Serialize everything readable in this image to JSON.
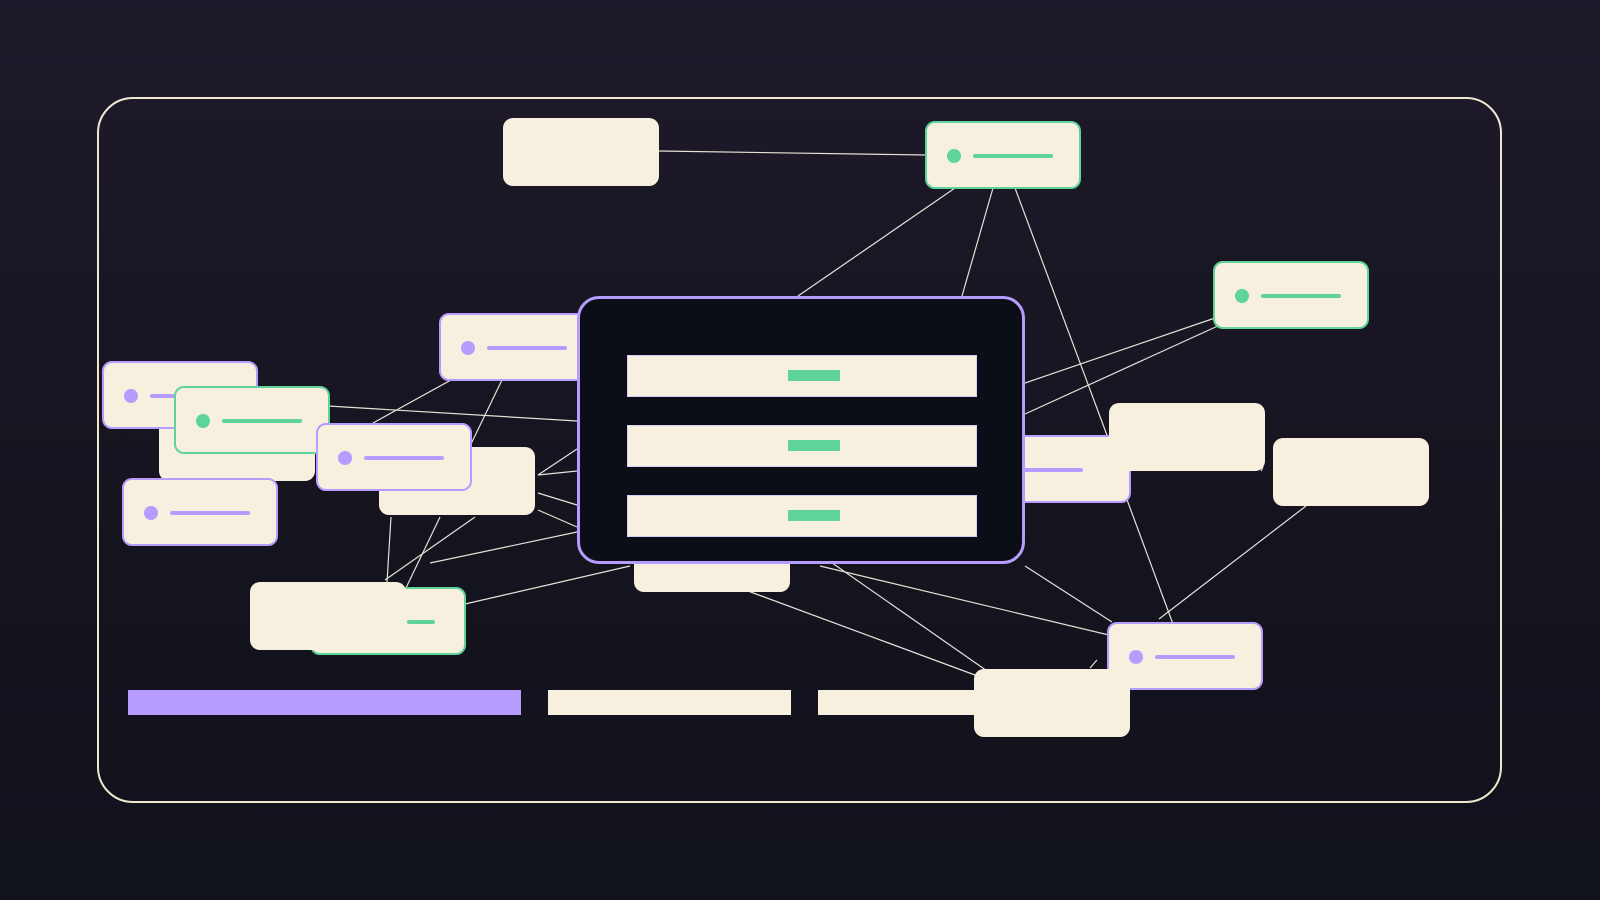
{
  "diagram": {
    "colors": {
      "background": "#1a1726",
      "frame": "#efe8cf",
      "card": "#f7f0de",
      "accent_purple": "#b79cff",
      "accent_green": "#5fd49a",
      "hub": "#0b0d17",
      "edge": "#e6e2d6"
    },
    "hub": {
      "slots": 3
    },
    "cards": [
      {
        "id": "c-top-plain",
        "style": "plain"
      },
      {
        "id": "c-top-green",
        "style": "green"
      },
      {
        "id": "c-right-green",
        "style": "green"
      },
      {
        "id": "c-right-plain-a",
        "style": "plain"
      },
      {
        "id": "c-right-plain-b",
        "style": "plain"
      },
      {
        "id": "c-right-purple-stub",
        "style": "purple"
      },
      {
        "id": "c-bottomright-purple",
        "style": "purple"
      },
      {
        "id": "c-bottomright-plain",
        "style": "plain"
      },
      {
        "id": "c-below-hub-plain",
        "style": "plain"
      },
      {
        "id": "c-left-upper-purple",
        "style": "purple"
      },
      {
        "id": "c-left-edge-purple",
        "style": "purple"
      },
      {
        "id": "c-left-plain-under",
        "style": "plain"
      },
      {
        "id": "c-left-green",
        "style": "green"
      },
      {
        "id": "c-left-mid-plain",
        "style": "plain"
      },
      {
        "id": "c-left-mid-purple",
        "style": "purple"
      },
      {
        "id": "c-left-lower-purple",
        "style": "purple"
      },
      {
        "id": "c-bottomleft-green",
        "style": "green"
      },
      {
        "id": "c-bottomleft-plain",
        "style": "plain"
      }
    ],
    "footer_strips": [
      {
        "id": "strip-1",
        "style": "purple"
      },
      {
        "id": "strip-2",
        "style": "plain"
      },
      {
        "id": "strip-3",
        "style": "plain"
      }
    ]
  }
}
